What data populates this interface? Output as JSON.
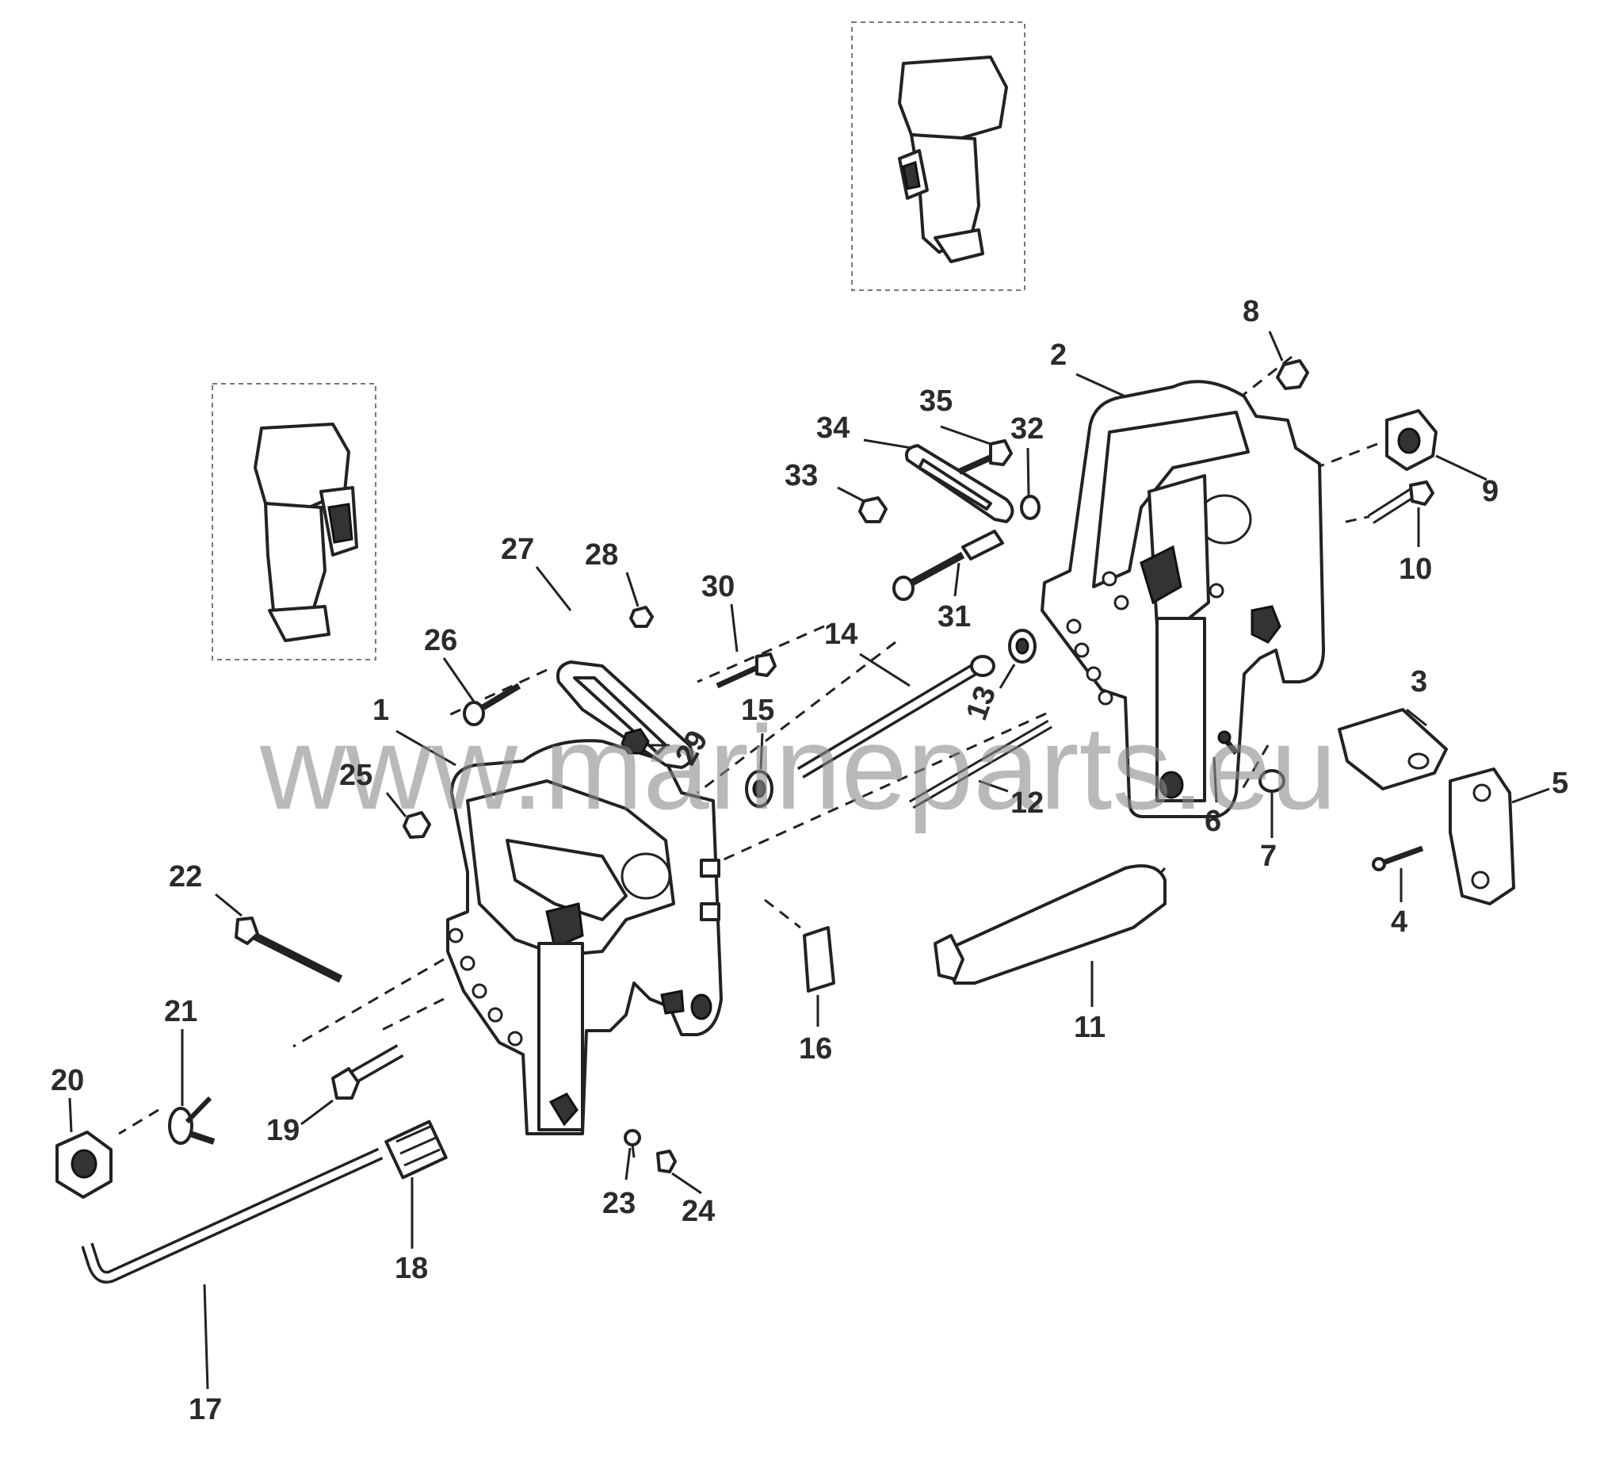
{
  "watermark": "www.marineparts.eu",
  "callouts": [
    "1",
    "2",
    "3",
    "4",
    "5",
    "6",
    "7",
    "8",
    "9",
    "10",
    "11",
    "12",
    "13",
    "14",
    "15",
    "16",
    "17",
    "18",
    "19",
    "20",
    "21",
    "22",
    "23",
    "24",
    "25",
    "26",
    "27",
    "28",
    "29",
    "30",
    "31",
    "32",
    "33",
    "34",
    "35"
  ],
  "colors": {
    "line": "#222222",
    "watermark": "#8a8a8a",
    "background": "#ffffff"
  }
}
